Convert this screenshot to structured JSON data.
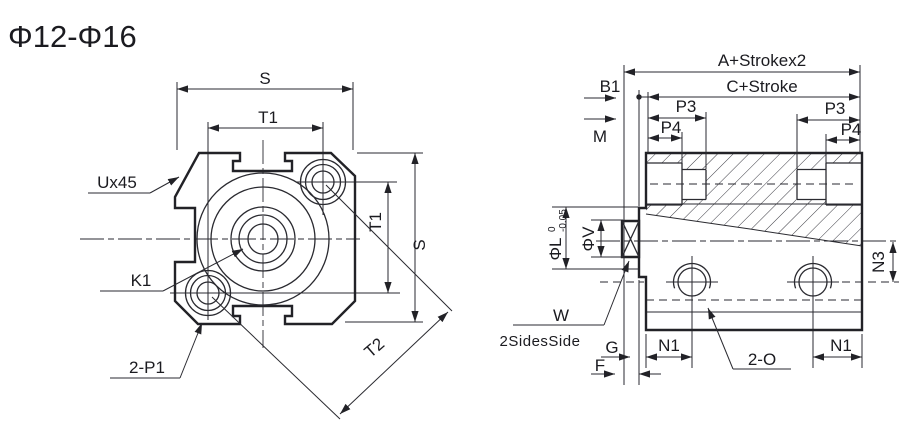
{
  "title": "Φ12-Φ16",
  "left_view": {
    "dim_s": "S",
    "dim_t1": "T1",
    "dim_t2": "T2",
    "label_ux45": "Ux45",
    "label_k1": "K1",
    "label_2p1": "2-P1"
  },
  "right_view": {
    "dim_a_stroke": "A+Strokex2",
    "dim_c_stroke": "C+Stroke",
    "dim_p3": "P3",
    "dim_p4": "P4",
    "label_b1": "B1",
    "label_m": "M",
    "dim_phi_l": "ΦL",
    "phi_l_tol_sup": "0",
    "phi_l_tol_sub": "-0.05",
    "dim_phi_v": "ΦV",
    "label_w": "W",
    "note_2sides": "2SidesSide",
    "dim_g": "G",
    "dim_f": "F",
    "dim_n1": "N1",
    "dim_n3": "N3",
    "label_2o": "2-O"
  },
  "colors": {
    "line": "#2a2a30",
    "background": "#ffffff"
  }
}
